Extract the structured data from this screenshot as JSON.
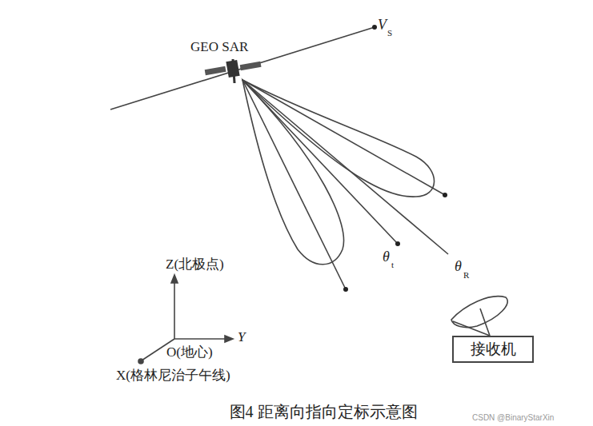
{
  "diagram": {
    "caption": "图4 距离向指向定标示意图",
    "nodes": [
      {
        "text": [
          "接收机"
        ]
      }
    ],
    "labels": [
      "GEO SAR",
      "V",
      "S",
      "θ",
      "t",
      "θ",
      "R",
      "Z(北极点)",
      "Y",
      "O(地心)",
      "X(格林尼治子午线)",
      "CSDN @BinaryStarXin"
    ]
  }
}
